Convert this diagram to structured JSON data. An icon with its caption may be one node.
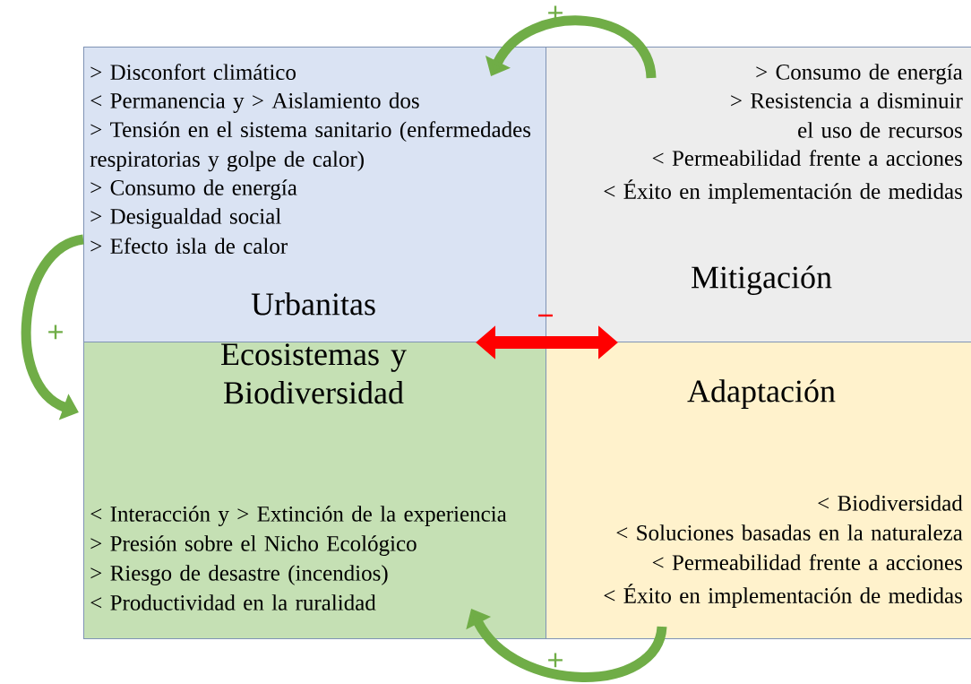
{
  "diagram": {
    "nodes": [
      {
        "text": [
          "> Disconfort climático",
          "< Permanencia y > Aislamiento dos",
          "> Tensión en el sistema sanitario (enfermedades respiratorias y golpe de calor)",
          "> Consumo de energía",
          "> Desigualdad social",
          "> Efecto isla de calor",
          "Urbanitas"
        ]
      },
      {
        "text": [
          "> Consumo de energía",
          "> Resistencia a disminuir el uso de recursos",
          "< Permeabilidad frente a acciones",
          "< Éxito en implementación de medidas",
          "Mitigación"
        ]
      },
      {
        "text": [
          "Ecosistemas y Biodiversidad",
          "< Interacción y > Extinción de la experiencia",
          "> Presión sobre el Nicho Ecológico",
          "> Riesgo de desastre (incendios)",
          "< Productividad en la ruralidad"
        ]
      },
      {
        "text": [
          "Adaptación",
          "< Biodiversidad",
          "< Soluciones basadas en la naturaleza",
          "< Permeabilidad frente a acciones",
          "< Éxito en implementación de medidas"
        ]
      }
    ],
    "edges": [
      {
        "from": 1,
        "to": 0,
        "arrow": "to",
        "label": "+"
      },
      {
        "from": 0,
        "to": 2,
        "arrow": "to",
        "label": "+"
      },
      {
        "from": 3,
        "to": 2,
        "arrow": "to",
        "label": "+"
      },
      {
        "from": 0,
        "to": 1,
        "arrow": "both",
        "label": "−",
        "color": "#ff0000"
      }
    ]
  }
}
